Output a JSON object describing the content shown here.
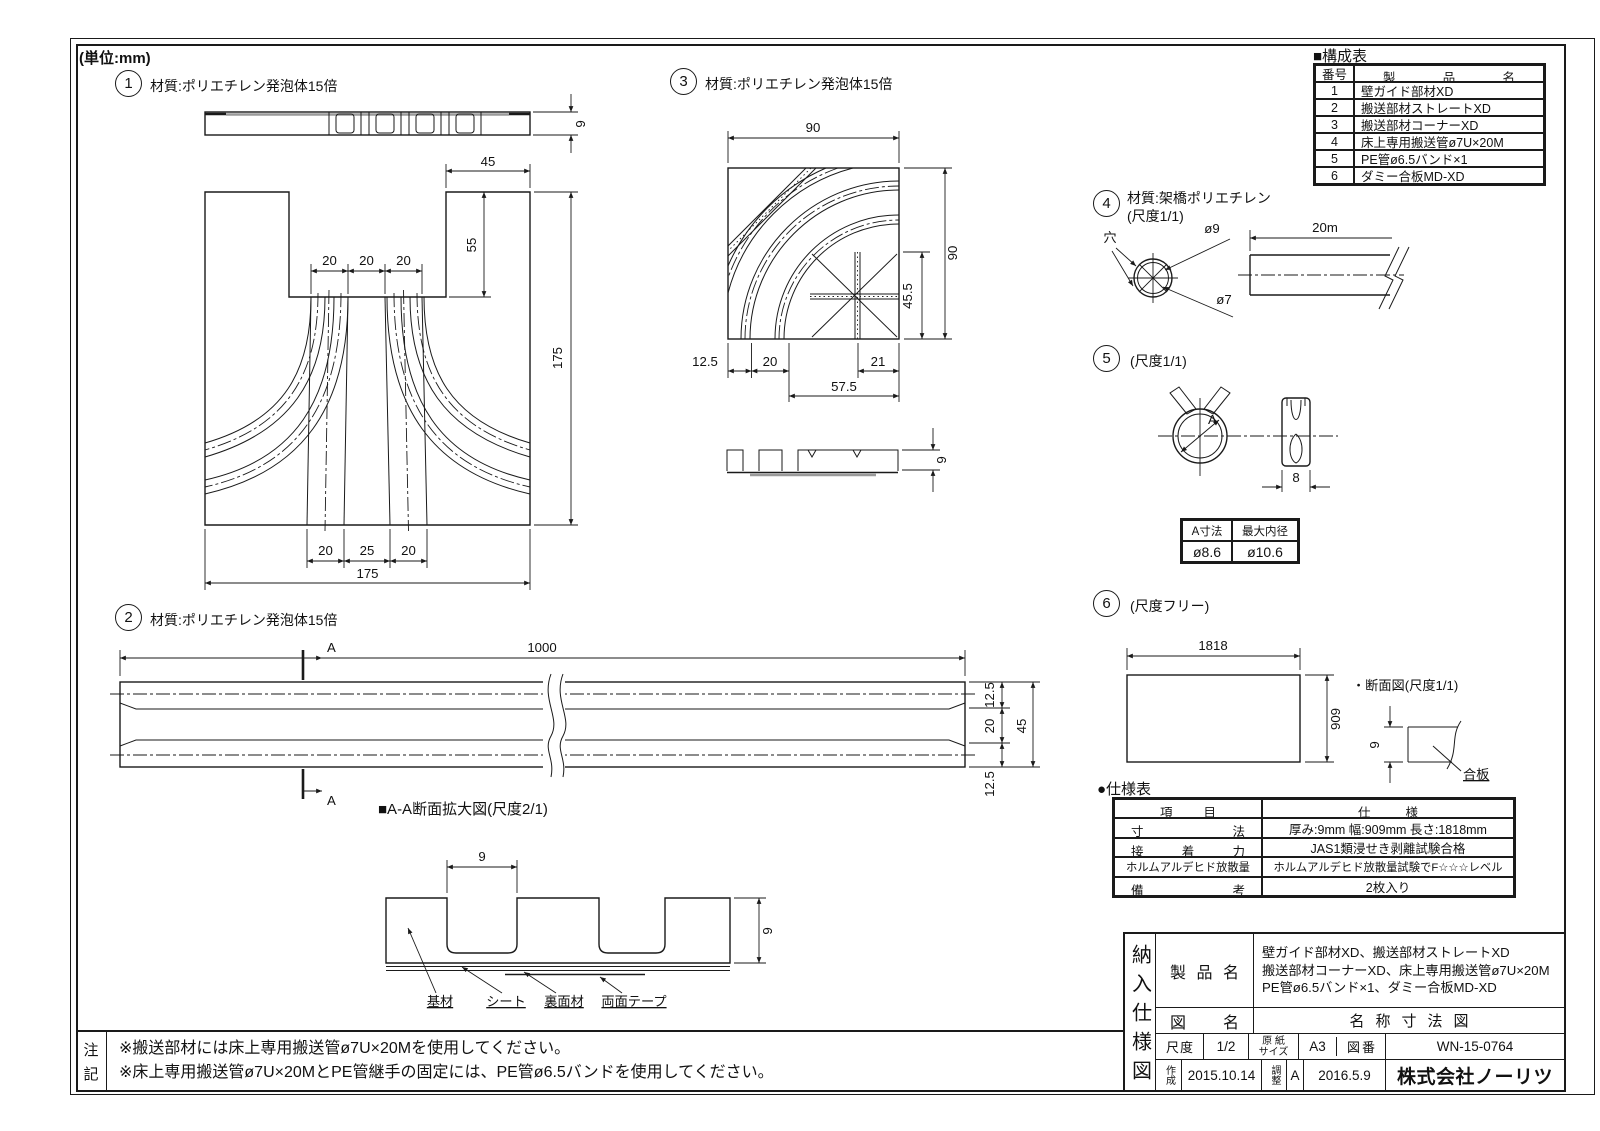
{
  "colors": {
    "line": "#1a1a1a",
    "sheet_gray": "#9a9a9a"
  },
  "unit": "(単位:mm)",
  "d1": {
    "no": "1",
    "mat": "材質:ポリエチレン発泡体15倍",
    "t9": "9",
    "w45": "45",
    "d55": "55",
    "p20": "20",
    "h175": "175",
    "b20": "20",
    "b25": "25",
    "w175": "175"
  },
  "d2": {
    "no": "2",
    "mat": "材質:ポリエチレン発泡体15倍",
    "len": "1000",
    "t125": "12.5",
    "g20": "20",
    "w45": "45",
    "b125": "12.5",
    "a": "A"
  },
  "daa": {
    "title": "■A-A断面拡大図(尺度2/1)",
    "w9": "9",
    "t9": "9",
    "l1": "基材",
    "l2": "シート",
    "l3": "裏面材",
    "l4": "両面テープ"
  },
  "d3": {
    "no": "3",
    "mat": "ポリエチレン発泡体15倍",
    "matp": "材質:ポリエチレン発泡体15倍",
    "w90": "90",
    "h90": "90",
    "d455": "45.5",
    "b125": "12.5",
    "b20": "20",
    "b21": "21",
    "b575": "57.5",
    "t9": "9"
  },
  "d4": {
    "no": "4",
    "mat": "材質:架橋ポリエチレン",
    "scale": "(尺度1/1)",
    "hole": "穴",
    "od": "ø9",
    "id": "ø7",
    "len": "20m"
  },
  "d5": {
    "no": "5",
    "scale": "(尺度1/1)",
    "a": "A",
    "w8": "8",
    "h1": "A寸法",
    "h2": "最大内径",
    "v1": "ø8.6",
    "v2": "ø10.6"
  },
  "d6": {
    "no": "6",
    "scale": "(尺度フリー)",
    "w": "1818",
    "h": "909",
    "t": "9",
    "sec": "・断面図(尺度1/1)",
    "lbl": "合板"
  },
  "parts": {
    "title": "■構成表",
    "h1": "番号",
    "h2": "製品名",
    "rows": [
      [
        "1",
        "壁ガイド部材XD"
      ],
      [
        "2",
        "搬送部材ストレートXD"
      ],
      [
        "3",
        "搬送部材コーナーXD"
      ],
      [
        "4",
        "床上専用搬送管ø7U×20M"
      ],
      [
        "5",
        "PE管ø6.5バンド×1"
      ],
      [
        "6",
        "ダミー合板MD-XD"
      ]
    ]
  },
  "spec": {
    "title": "●仕様表",
    "h1": "項目",
    "h2": "仕様",
    "rows": [
      [
        "寸法",
        "厚み:9mm 幅:909mm 長さ:1818mm"
      ],
      [
        "接着力",
        "JAS1類浸せき剥離試験合格"
      ],
      [
        "ホルムアルデヒド放散量",
        "ホルムアルデヒド放散量試験でF☆☆☆レベル"
      ],
      [
        "備考",
        "2枚入り"
      ]
    ]
  },
  "notes": {
    "l1": "注",
    "l2": "記",
    "line1": "※搬送部材には床上専用搬送管ø7U×20Mを使用してください。",
    "line2": "※床上専用搬送管ø7U×20MとPE管継手の固定には、PE管ø6.5バンドを使用してください。"
  },
  "tb": {
    "side": "納入仕様図",
    "product_label": "製品名",
    "product1": "壁ガイド部材XD、搬送部材ストレートXD",
    "product2": "搬送部材コーナーXD、床上専用搬送管ø7U×20M",
    "product3": "PE管ø6.5バンド×1、ダミー合板MD-XD",
    "zumei_label": "図名",
    "zumei": "名称寸法図",
    "scale_label": "尺度",
    "scale": "1/2",
    "paper_label1": "原 紙",
    "paper_label2": "サイズ",
    "paper": "A3",
    "zuban_label": "図番",
    "zuban": "WN-15-0764",
    "made_label": "作成",
    "made": "2015.10.14",
    "adj_label": "調整",
    "adj_rev": "A",
    "adj": "2016.5.9",
    "company": "株式会社ノーリツ"
  }
}
